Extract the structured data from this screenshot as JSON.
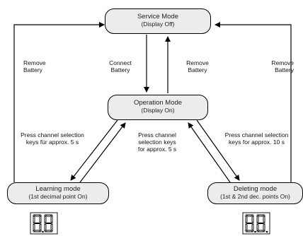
{
  "nodes": {
    "service": {
      "title": "Service Mode",
      "subtitle": "(Display Off)"
    },
    "operation": {
      "title": "Operation Mode",
      "subtitle": "(Display On)"
    },
    "learning": {
      "title": "Learning mode",
      "subtitle": "(1st decimal point On)"
    },
    "deleting": {
      "title": "Deleting mode",
      "subtitle": "(1st & 2nd dec. points On)"
    }
  },
  "edges": {
    "remove_left": [
      "Remove",
      "Battery"
    ],
    "connect": [
      "Connect",
      "Battery"
    ],
    "remove_mid": [
      "Remove",
      "Battery"
    ],
    "remove_right": [
      "Remove",
      "Battery"
    ],
    "learning_keys": [
      "Press channel selection",
      "keys für approx. 5 s"
    ],
    "middle_keys": [
      "Press channel",
      "selection keys",
      "for approx. 5 s"
    ],
    "deleting_keys": [
      "Press channel selection",
      "keys for approx. 10 s"
    ]
  },
  "displays": {
    "learning": {
      "digits": 2,
      "decimal_points_on": 1
    },
    "deleting": {
      "digits": 2,
      "decimal_points_on": 2
    }
  }
}
